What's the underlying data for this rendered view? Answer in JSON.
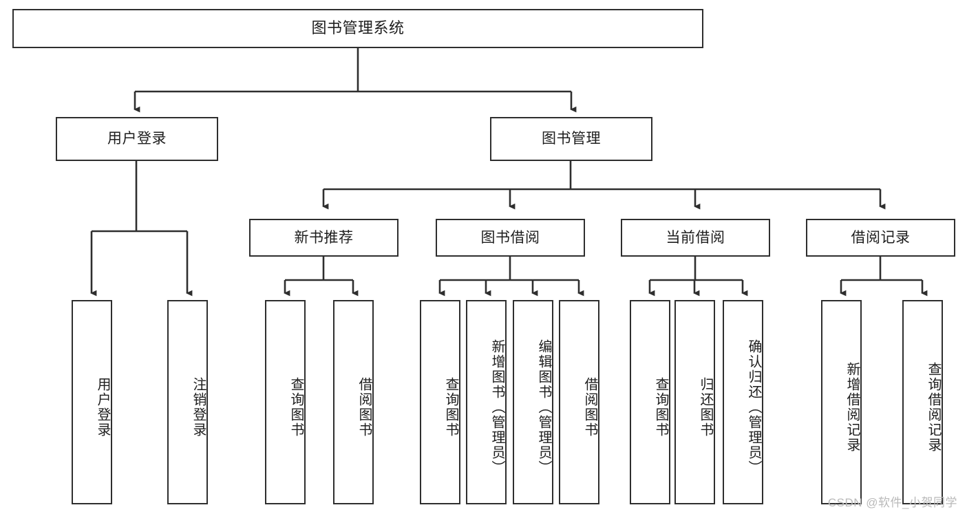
{
  "diagram": {
    "title": "图书管理系统",
    "type": "tree-hierarchy-chart",
    "colors": {
      "box_border": "#2e2e2e",
      "box_fill": "#ffffff",
      "text": "#1d1d1d",
      "edge": "#2e2e2e",
      "watermark": "#b9b9b9"
    },
    "root": {
      "label": "图书管理系统"
    },
    "level2": [
      {
        "label": "用户登录"
      },
      {
        "label": "图书管理"
      }
    ],
    "level3": [
      {
        "label": "新书推荐"
      },
      {
        "label": "图书借阅"
      },
      {
        "label": "当前借阅"
      },
      {
        "label": "借阅记录"
      }
    ],
    "leaves": {
      "user_login": [
        {
          "label": "用户登录"
        },
        {
          "label": "注销登录"
        }
      ],
      "new_book_recommend": [
        {
          "label": "查询图书"
        },
        {
          "label": "借阅图书"
        }
      ],
      "book_borrow": [
        {
          "label": "查询图书"
        },
        {
          "label": "新增图书（管理员）"
        },
        {
          "label": "编辑图书（管理员）"
        },
        {
          "label": "借阅图书"
        }
      ],
      "current_borrow": [
        {
          "label": "查询图书"
        },
        {
          "label": "归还图书"
        },
        {
          "label": "确认归还（管理员）"
        }
      ],
      "borrow_record": [
        {
          "label": "新增借阅记录"
        },
        {
          "label": "查询借阅记录"
        }
      ]
    }
  },
  "watermark": {
    "text": "CSDN @软件_小贺同学"
  }
}
